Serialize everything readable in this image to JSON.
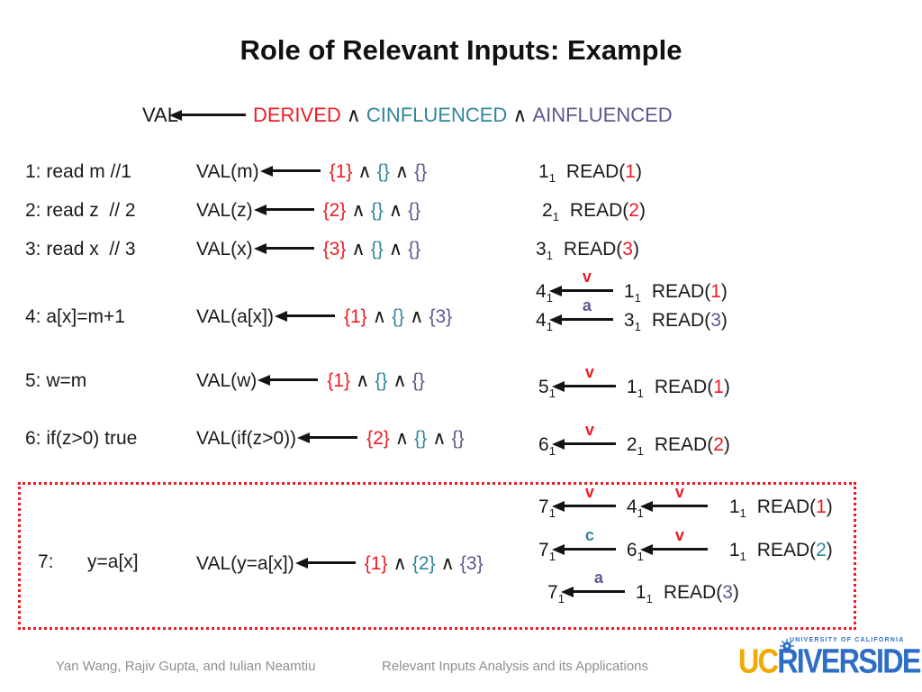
{
  "title": "Role of Relevant Inputs: Example",
  "symbols": {
    "and": "∧",
    "sub": "1",
    "read_open": "READ(",
    "close_paren": ")"
  },
  "formula": {
    "val": "VAL",
    "derived": "DERIVED",
    "cinfluenced": "CINFLUENCED",
    "ainfluenced": "AINFLUENCED"
  },
  "code": {
    "l1": "1: read m //1",
    "l2": "2: read z  // 2",
    "l3": "3: read x  // 3",
    "l4": "4: a[x]=m+1",
    "l5": "5: w=m",
    "l6": "6: if(z>0) true",
    "l7_num": "7:",
    "l7_expr": "y=a[x]"
  },
  "vals": {
    "r1": {
      "label": "VAL(m)",
      "d": "{1}",
      "c": "{}",
      "a": "{}"
    },
    "r2": {
      "label": "VAL(z)",
      "d": "{2}",
      "c": "{}",
      "a": "{}"
    },
    "r3": {
      "label": "VAL(x)",
      "d": "{3}",
      "c": "{}",
      "a": "{}"
    },
    "r4": {
      "label": "VAL(a[x])",
      "d": "{1}",
      "c": "{}",
      "a": "{3}"
    },
    "r5": {
      "label": "VAL(w)",
      "d": "{1}",
      "c": "{}",
      "a": "{}"
    },
    "r6": {
      "label": "VAL(if(z>0))",
      "d": "{2}",
      "c": "{}",
      "a": "{}"
    },
    "r7": {
      "label": "VAL(y=a[x])",
      "d": "{1}",
      "c": "{2}",
      "a": "{3}"
    }
  },
  "deps": {
    "r1": {
      "stmt": "1",
      "num": "1"
    },
    "r2": {
      "stmt": "2",
      "num": "2"
    },
    "r3": {
      "stmt": "3",
      "num": "3"
    },
    "r4a": {
      "stmt": "4",
      "label": "v",
      "src": "1",
      "num": "1"
    },
    "r4b": {
      "stmt": "4",
      "label": "a",
      "src": "3",
      "num": "3"
    },
    "r5": {
      "stmt": "5",
      "label": "v",
      "src": "1",
      "num": "1"
    },
    "r6": {
      "stmt": "6",
      "label": "v",
      "src": "2",
      "num": "2"
    },
    "b1": {
      "stmt": "7",
      "label1": "v",
      "mid": "4",
      "label2": "v",
      "src": "1",
      "num": "1"
    },
    "b2": {
      "stmt": "7",
      "label1": "c",
      "mid": "6",
      "label2": "v",
      "src": "1",
      "num": "2"
    },
    "b3": {
      "stmt": "7",
      "label": "a",
      "src": "1",
      "num": "3"
    }
  },
  "footer": {
    "authors": "Yan Wang, Rajiv Gupta, and Iulian Neamtiu",
    "presentation": "Relevant Inputs Analysis and its Applications"
  },
  "logo": {
    "uc": "UC",
    "riverside": "RIVERSIDE",
    "tagline": "UNIVERSITY OF CALIFORNIA"
  },
  "colors": {
    "red": "#ED1C24",
    "teal": "#31859C",
    "purple": "#5F568D",
    "text": "#1A1A1A",
    "gray": "#8F8F8F",
    "logo_blue": "#2D6EC5",
    "logo_gold": "#F2A900",
    "box_red": "#ED1C24"
  }
}
